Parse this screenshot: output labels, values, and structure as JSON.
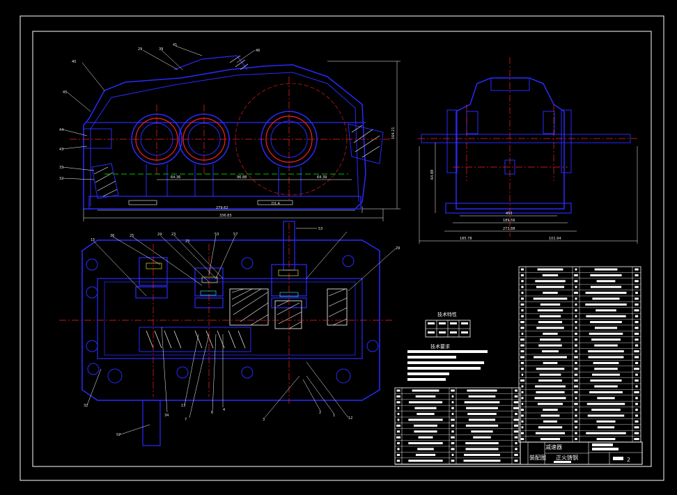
{
  "canvas": {
    "background": "#000000"
  },
  "colors": {
    "outline": "#2a2aff",
    "center_line": "#ff2020",
    "dimension": "#ffffff",
    "leader": "#ffffff",
    "hatch": "#ffffff",
    "pitch_line": "#00c000",
    "frame": "#ffffff",
    "accent_yellow": "#ffff33",
    "accent_cyan": "#33ffff"
  },
  "front_view": {
    "part_labels": [
      "29",
      "39",
      "41",
      "46",
      "40",
      "45",
      "44",
      "43",
      "33",
      "32"
    ],
    "dims": {
      "d1": "64.36",
      "d2": "96.88",
      "d3": "64.39",
      "len1": "279.62",
      "len2": "336.83",
      "height": "164.21",
      "d4": "D1.4"
    }
  },
  "side_view": {
    "dims": {
      "h": "64.88",
      "w1": "453",
      "w2": "189.56",
      "w3": "273.88",
      "w4": "185.78",
      "w5": "101.94"
    }
  },
  "top_view": {
    "labels_top": [
      "15",
      "36",
      "25",
      "24",
      "23",
      "25",
      "53",
      "57",
      "53",
      "29"
    ],
    "labels_bottom": [
      "57",
      "32",
      "34",
      "13",
      "7",
      "6",
      "4",
      "3",
      "2",
      "1",
      "12"
    ]
  },
  "tech_characteristics": {
    "title": "技术特性"
  },
  "tech_requirements": {
    "title": "技术要求"
  },
  "title_block": {
    "drawing_name": "减速器",
    "material": "正火铸钢",
    "code": "装配图",
    "sheet": "2"
  }
}
